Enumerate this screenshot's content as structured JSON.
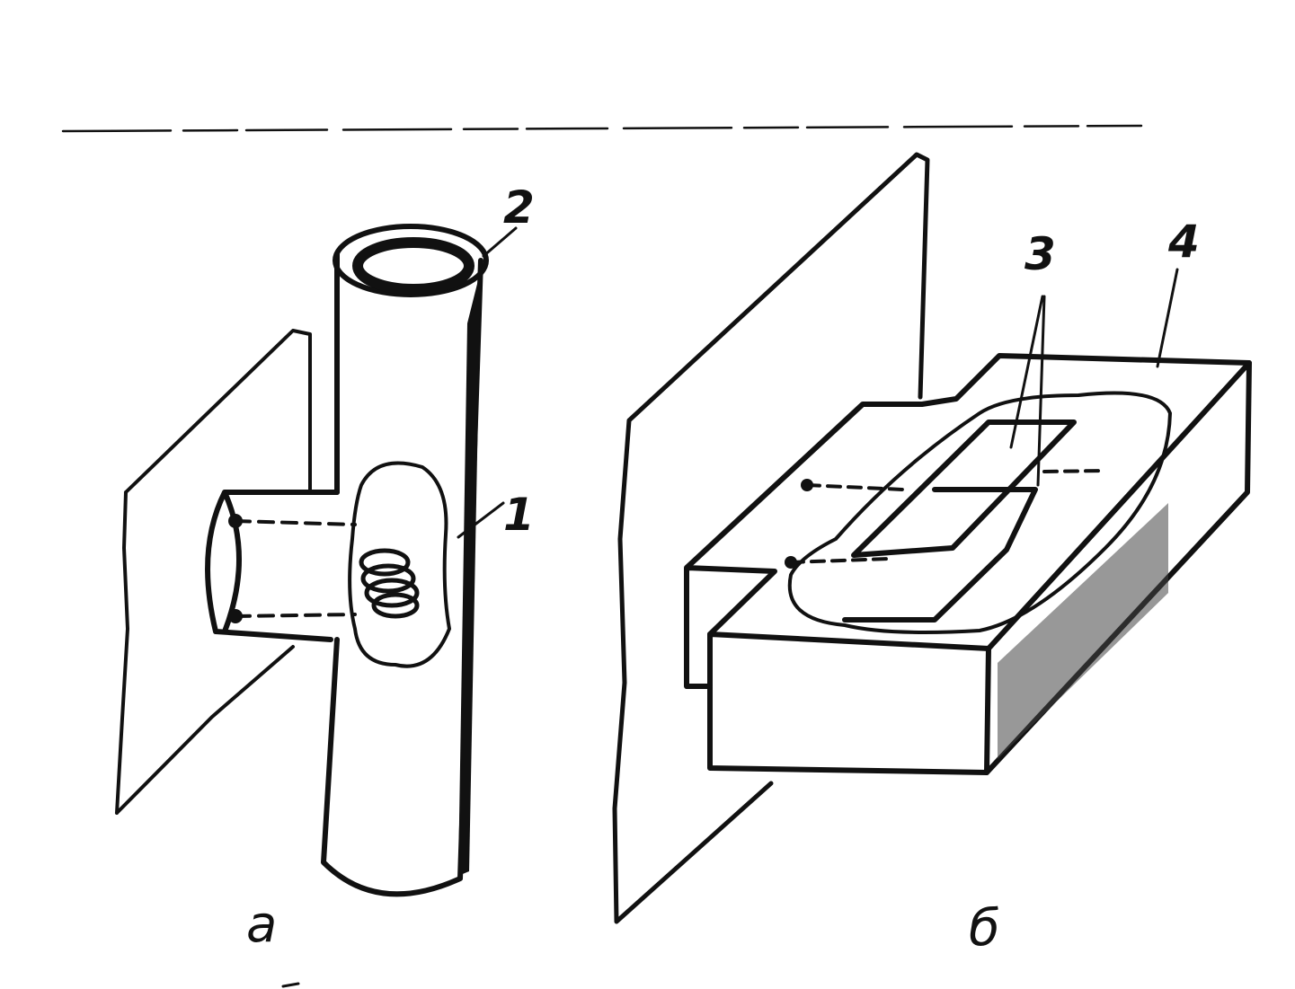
{
  "labels": {
    "num_1": "1",
    "num_2": "2",
    "num_3": "3",
    "num_4": "4",
    "caption_a": "a",
    "caption_b": "б"
  },
  "colors": {
    "ink": "#111111",
    "paper": "#ffffff"
  }
}
